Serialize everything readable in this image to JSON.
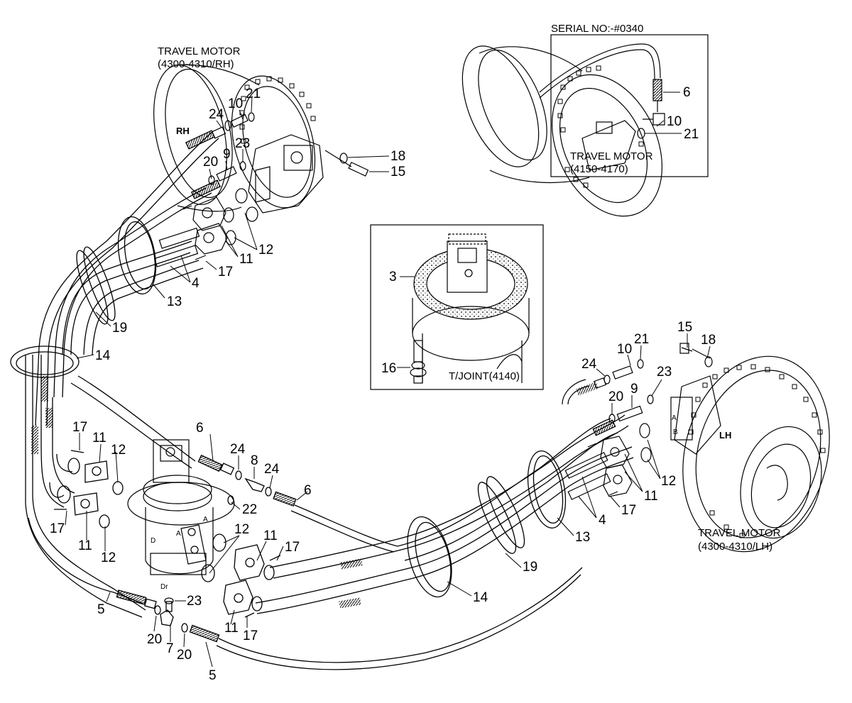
{
  "captions": {
    "travel_motor_rh": "TRAVEL MOTOR",
    "travel_motor_rh_code": "(4300-4310/RH)",
    "serial_no": "SERIAL NO:-#0340",
    "travel_motor_inset": "TRAVEL MOTOR",
    "travel_motor_inset_code": "(4150-4170)",
    "tjoint": "T/JOINT(4140)",
    "travel_motor_lh": "TRAVEL MOTOR",
    "travel_motor_lh_code": "(4300-4310/LH)"
  },
  "side_tags": {
    "rh": "RH",
    "lh": "LH"
  },
  "port_marks": {
    "a": "A",
    "b": "B",
    "d": "D",
    "dr": "Dr"
  },
  "part_callouts": [
    "3",
    "4",
    "5",
    "6",
    "7",
    "8",
    "9",
    "10",
    "11",
    "12",
    "13",
    "14",
    "15",
    "16",
    "17",
    "18",
    "19",
    "20",
    "21",
    "22",
    "23",
    "24"
  ]
}
